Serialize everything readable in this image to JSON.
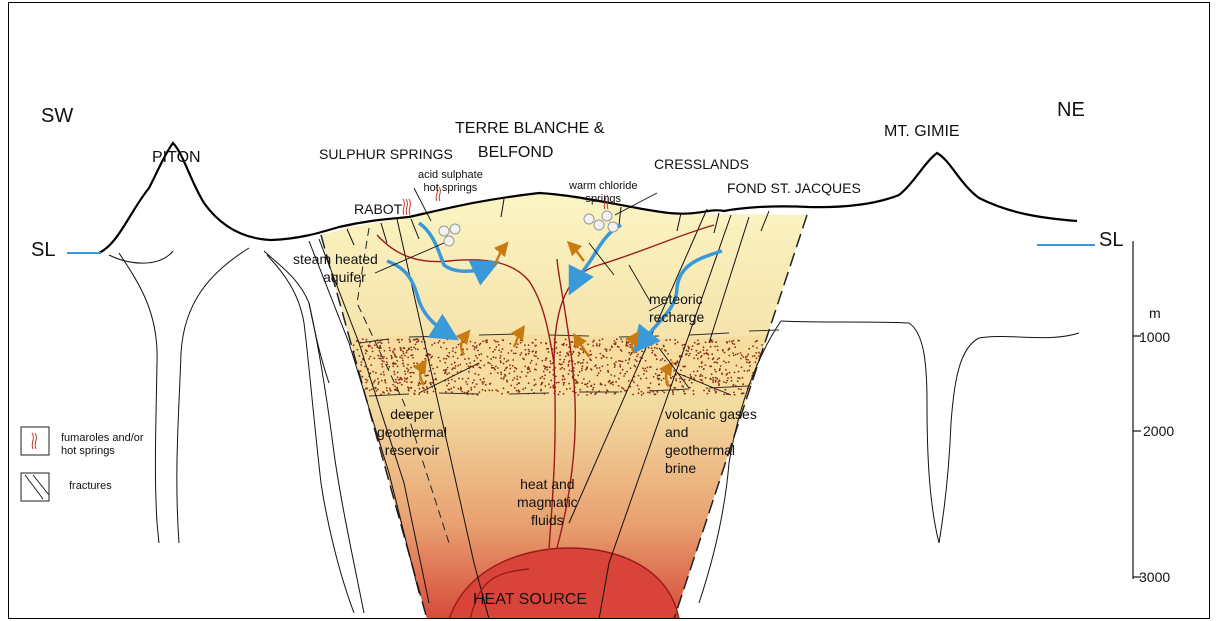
{
  "directions": {
    "sw": "SW",
    "ne": "NE"
  },
  "peaks": {
    "piton": "PITON",
    "gimie": "MT. GIMIE"
  },
  "sites": {
    "terre_blanche": [
      "TERRE BLANCHE &",
      "BELFOND"
    ],
    "sulphur": "SULPHUR SPRINGS",
    "rabot": "RABOT",
    "cresslands": "CRESSLANDS",
    "fond": "FOND ST. JACQUES"
  },
  "springs": {
    "acid": [
      "acid sulphate",
      "hot springs"
    ],
    "warm": [
      "warm chloride",
      "springs"
    ]
  },
  "sea_level": {
    "left": "SL",
    "right": "SL"
  },
  "processes": {
    "steam": [
      "steam heated",
      "aquifer"
    ],
    "meteoric": [
      "meteoric",
      "recharge"
    ],
    "reservoir": [
      "deeper",
      "geothermal",
      "reservoir"
    ],
    "volcanic": [
      "volcanic gases",
      "and",
      "geothermal",
      "brine"
    ],
    "heat_fluids": [
      "heat and",
      "magmatic",
      "fluids"
    ],
    "heat_source": "HEAT SOURCE"
  },
  "scale": {
    "unit": "m",
    "ticks": [
      "1000",
      "2000",
      "3000"
    ]
  },
  "legend": {
    "fumaroles": [
      "fumaroles and/or",
      "hot springs"
    ],
    "fractures": "fractures"
  },
  "colors": {
    "water": "#3a9ad9",
    "gas_arrow": "#c97a10",
    "fluid": "#9a1b1b",
    "dots": "#8a2a1a",
    "fill_top": "#fbf5c4",
    "fill_bottom": "#d64a3a"
  },
  "icons": {
    "fumarole": "fumarole-icon",
    "fracture": "fracture-icon",
    "steam_bubble": "steam-bubble-icon"
  }
}
